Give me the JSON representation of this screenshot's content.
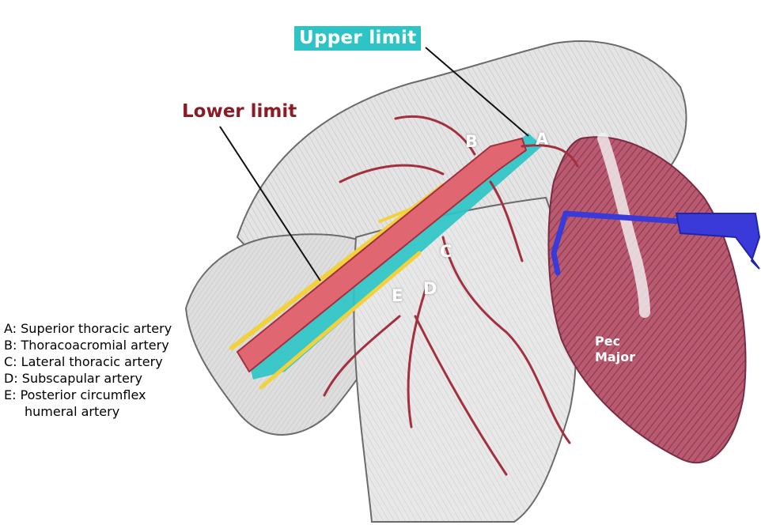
{
  "labels": {
    "upper_limit": "Upper limit",
    "lower_limit": "Lower limit",
    "pec_major": [
      "Pec",
      "Major"
    ]
  },
  "letters": [
    "A",
    "B",
    "C",
    "D",
    "E"
  ],
  "legend": [
    "A: Superior thoracic artery",
    "B: Thoracoacromial artery",
    "C: Lateral thoracic artery",
    "D: Subscapular artery",
    "E: Posterior circumflex",
    "humeral artery"
  ],
  "colors": {
    "artery": "#e06672",
    "artery_dark": "#a3303e",
    "vein_band": "#2ec4c6",
    "nerve": "#f2d23c",
    "pec_muscle": "#a8485e",
    "retractor": "#3a3ad8",
    "lower_label": "#8a1c26"
  }
}
